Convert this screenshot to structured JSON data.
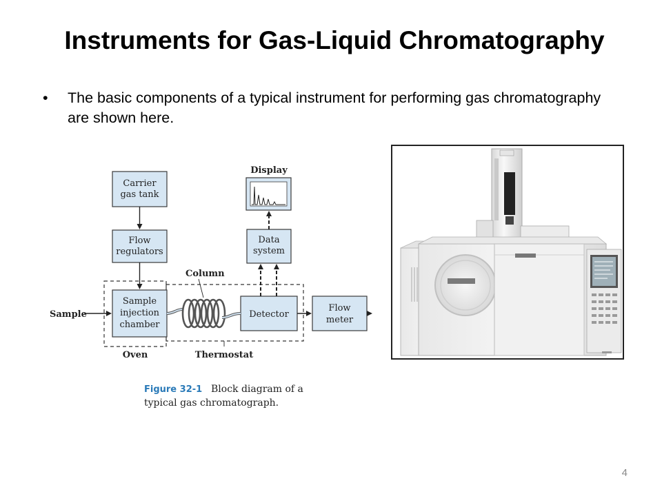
{
  "slide": {
    "title": "Instruments for Gas-Liquid Chromatography",
    "bullet": "The basic components of a typical instrument for performing gas chromatography are shown here.",
    "page_number": "4"
  },
  "diagram": {
    "boxes": {
      "carrier_line1": "Carrier",
      "carrier_line2": "gas tank",
      "flow_reg_line1": "Flow",
      "flow_reg_line2": "regulators",
      "sample_line1": "Sample",
      "sample_line2": "injection",
      "sample_line3": "chamber",
      "data_line1": "Data",
      "data_line2": "system",
      "detector": "Detector",
      "flow_meter_line1": "Flow",
      "flow_meter_line2": "meter"
    },
    "labels": {
      "display": "Display",
      "column": "Column",
      "sample_in": "Sample",
      "oven": "Oven",
      "thermostat": "Thermostat"
    },
    "caption": {
      "figure_number": "Figure 32-1",
      "line1": "Block diagram of a",
      "line2": "typical gas chromatograph."
    }
  },
  "colors": {
    "box_fill": "#d6e6f3",
    "box_stroke": "#3a3a3a",
    "caption_accent": "#2a7ab8",
    "photo_border": "#222222"
  },
  "icons": [
    "gas-chromatograph-photo",
    "chromatogram-display-icon",
    "coiled-column-icon"
  ]
}
